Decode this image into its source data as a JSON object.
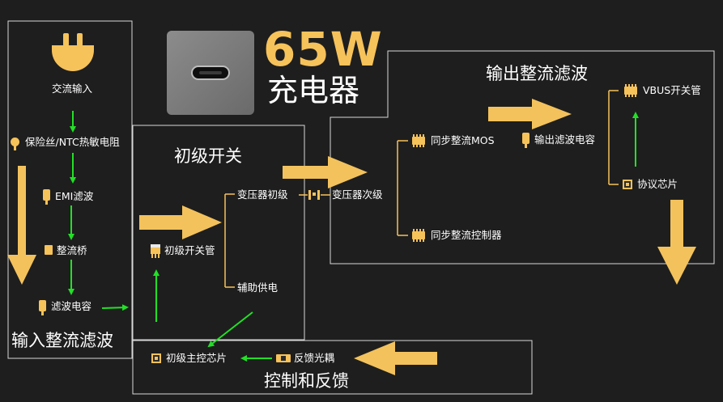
{
  "header": {
    "watt": "65W",
    "product": "充电器"
  },
  "sections": {
    "input": "输入整流滤波",
    "primary": "初级开关",
    "output": "输出整流滤波",
    "control": "控制和反馈"
  },
  "components": {
    "ac_input": "交流输入",
    "fuse": "保险丝/NTC热敏电阻",
    "emi": "EMI滤波",
    "bridge": "整流桥",
    "input_cap": "滤波电容",
    "primary_switch": "初级开关管",
    "xfmr_primary": "变压器初级",
    "aux_supply": "辅助供电",
    "xfmr_secondary": "变压器次级",
    "sync_mos": "同步整流MOS",
    "sync_ctrl": "同步整流控制器",
    "output_cap": "输出滤波电容",
    "vbus_switch": "VBUS开关管",
    "protocol_chip": "协议芯片",
    "feedback_opto": "反馈光耦",
    "primary_ctrl": "初级主控芯片"
  },
  "colors": {
    "background": "#1e1e1e",
    "accent": "#f6c25a",
    "flow_arrow": "#f3c25c",
    "signal_arrow": "#22e026",
    "box_border": "#d8d8d8"
  },
  "icons": [
    "plug-icon",
    "usb-c-port-icon",
    "fuse-icon",
    "ic-chip-icon",
    "bridge-icon",
    "capacitor-icon",
    "mosfet-icon",
    "transformer-icon",
    "optocoupler-icon"
  ]
}
